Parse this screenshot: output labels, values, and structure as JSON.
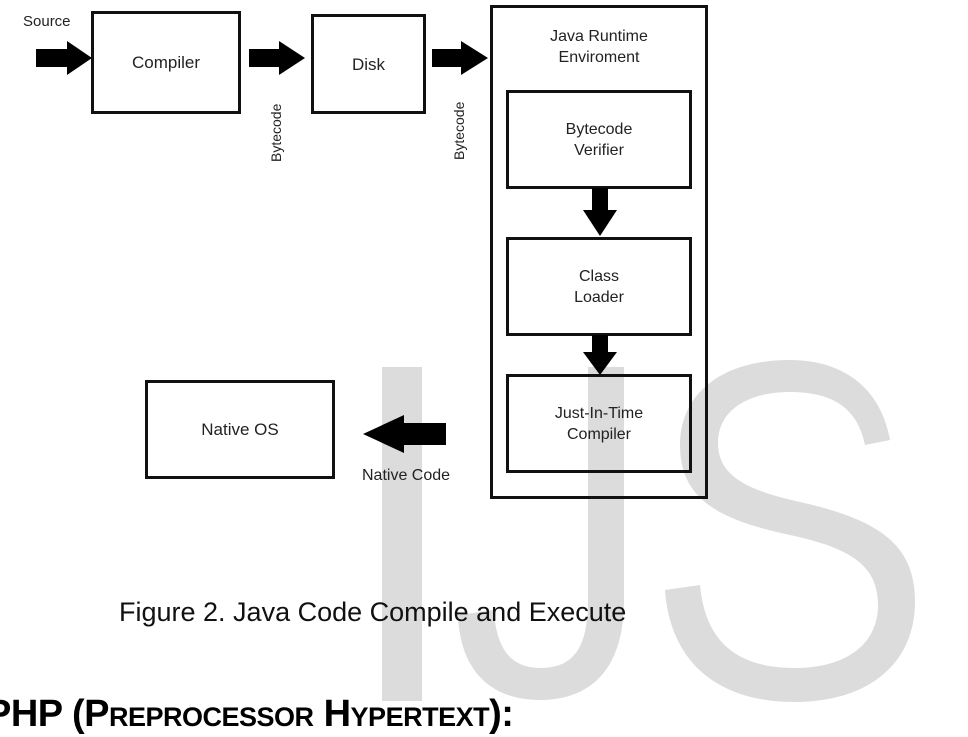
{
  "diagram": {
    "source_label": "Source",
    "compiler_label": "Compiler",
    "disk_label": "Disk",
    "bytecode_label_1": "Bytecode",
    "bytecode_label_2": "Bytecode",
    "jre": {
      "title_line1": "Java Runtime",
      "title_line2": "Enviroment",
      "verifier_line1": "Bytecode",
      "verifier_line2": "Verifier",
      "loader_line1": "Class",
      "loader_line2": "Loader",
      "jit_line1": "Just-In-Time",
      "jit_line2": "Compiler"
    },
    "native_os_label": "Native OS",
    "native_code_label": "Native Code"
  },
  "caption": "Figure 2. Java Code Compile and Execute",
  "heading": "PHP (Preprocessor Hypertext):",
  "watermark": {
    "text": "IJS",
    "color": "#dcdcdc"
  }
}
